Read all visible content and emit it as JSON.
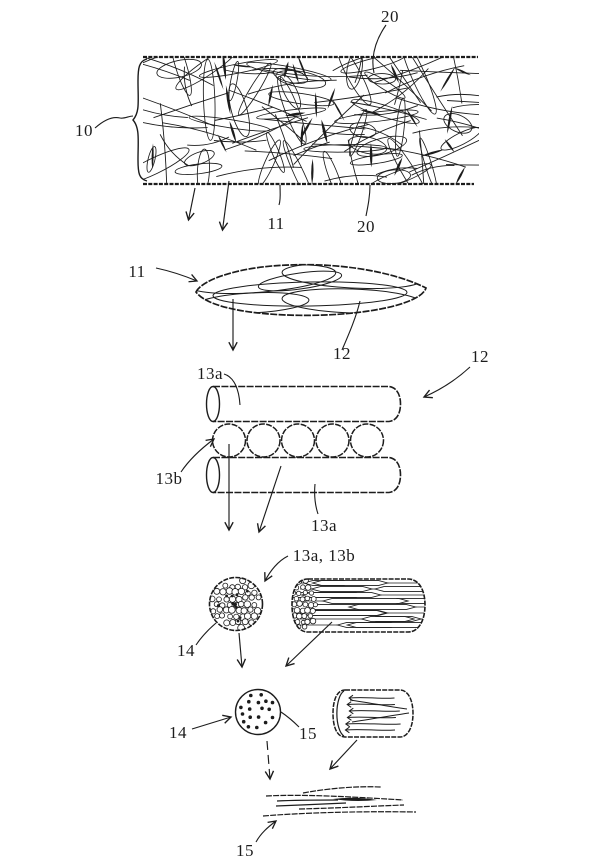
{
  "figure": {
    "labels": {
      "strip_10": "10",
      "strip_20_top": "20",
      "strip_20_bottom": "20",
      "strip_11": "11",
      "bundle_11": "11",
      "bundle_12": "12",
      "pair_12": "12",
      "pair_13a_top": "13a",
      "pair_13b": "13b",
      "pair_13a_bottom": "13a",
      "micro_combo": "13a, 13b",
      "micro_14": "14",
      "single_14": "14",
      "single_15": "15",
      "fibrils_15": "15"
    },
    "colors": {
      "ink": "#1c1c1c",
      "paper": "#ffffff"
    }
  }
}
